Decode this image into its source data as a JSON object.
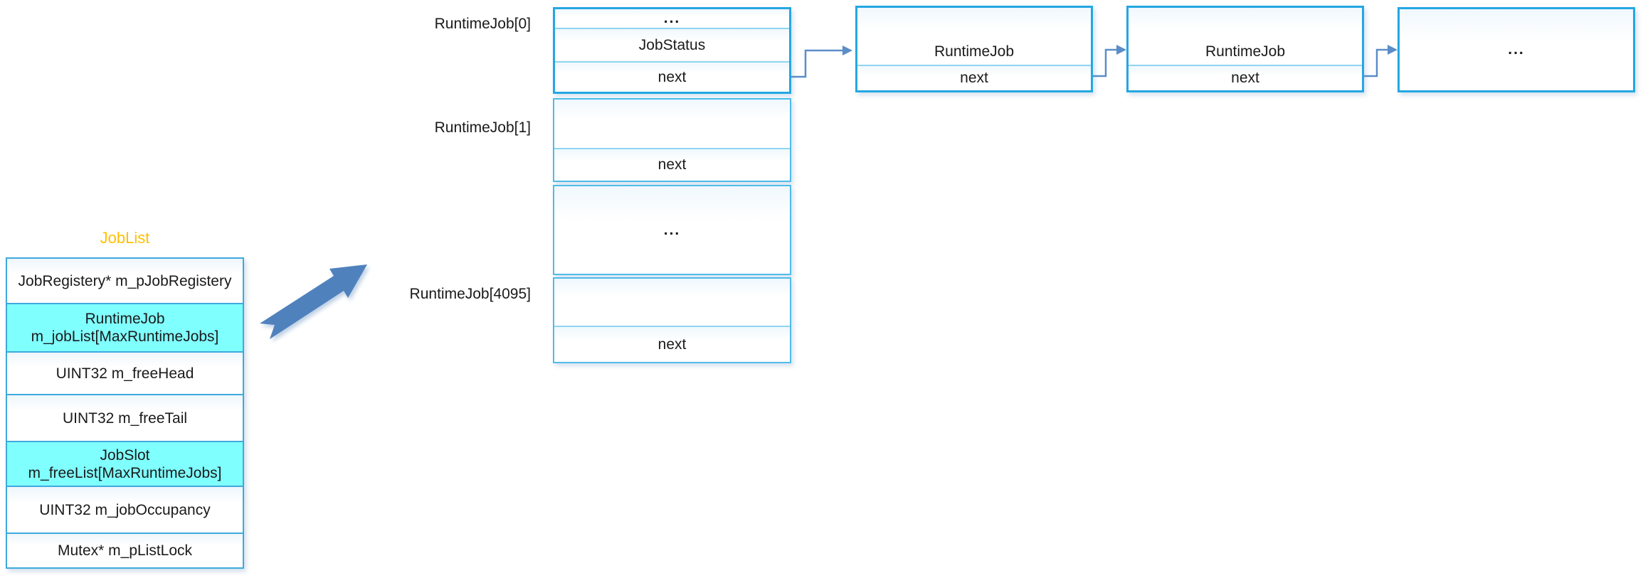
{
  "diagram": {
    "left_struct": {
      "title": "JobList",
      "rows": [
        {
          "lines": [
            "JobRegistery* m_pJobRegistery"
          ],
          "highlight": false
        },
        {
          "lines": [
            "RuntimeJob",
            "m_jobList[MaxRuntimeJobs]"
          ],
          "highlight": true
        },
        {
          "lines": [
            "UINT32 m_freeHead"
          ],
          "highlight": false
        },
        {
          "lines": [
            "UINT32 m_freeTail"
          ],
          "highlight": false
        },
        {
          "lines": [
            "JobSlot",
            "m_freeList[MaxRuntimeJobs]"
          ],
          "highlight": true
        },
        {
          "lines": [
            "UINT32 m_jobOccupancy"
          ],
          "highlight": false
        },
        {
          "lines": [
            "Mutex* m_pListLock"
          ],
          "highlight": false
        }
      ]
    },
    "array_section": {
      "labels": {
        "job0": "RuntimeJob[0]",
        "job1": "RuntimeJob[1]",
        "job4095": "RuntimeJob[4095]"
      },
      "job0_box": {
        "r0": "...",
        "r1": "JobStatus",
        "r2": "next"
      },
      "job1_box": {
        "r0": "",
        "r1": "next"
      },
      "ellipsis_box": "...",
      "job4095_box": {
        "r0": "",
        "r1": "next"
      }
    },
    "chain_section": {
      "node1": {
        "title": "RuntimeJob",
        "field": "next"
      },
      "node2": {
        "title": "RuntimeJob",
        "field": "next"
      },
      "tail": "..."
    },
    "colors": {
      "struct_highlight_fill": "#80ffff",
      "struct_title": "#ffc000",
      "bold_box_border": "#24a7e2",
      "light_box_border": "#4fbbea",
      "inner_separator": "#8fd5f3",
      "struct_border": "#3fa9dd",
      "arrow": "#4f81bd",
      "connector": "#5b8dc8",
      "text": "#1a1a1a"
    }
  }
}
